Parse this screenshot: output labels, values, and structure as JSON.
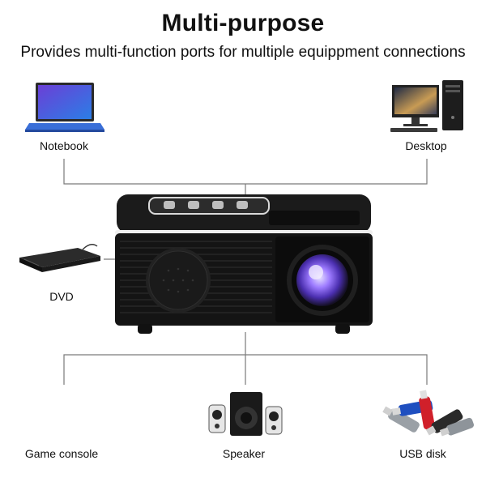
{
  "title": "Multi-purpose",
  "subtitle": "Provides multi-function ports for multiple equippment connections",
  "devices": {
    "notebook": "Notebook",
    "desktop": "Desktop",
    "dvd": "DVD",
    "game_console": "Game console",
    "speaker": "Speaker",
    "usb_disk": "USB disk"
  },
  "colors": {
    "line": "#7a7a7a",
    "projector_body": "#141414",
    "lens_glow": "#7b5cff",
    "usb_red": "#d0202a",
    "usb_blue": "#1f4fc0"
  }
}
